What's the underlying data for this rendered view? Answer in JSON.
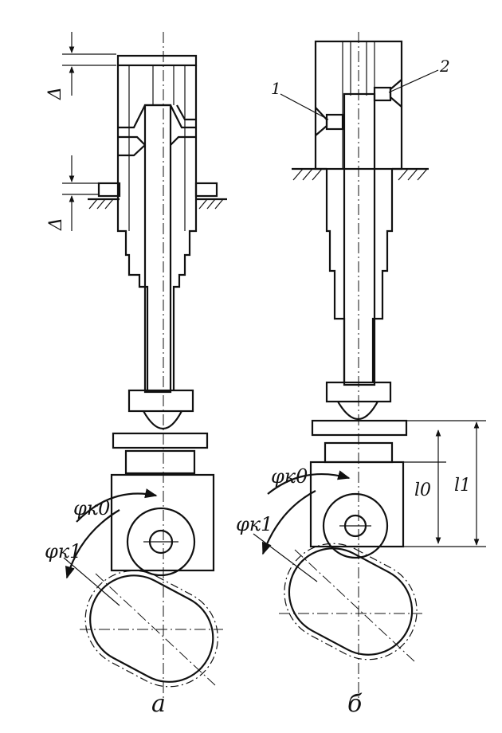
{
  "figure": {
    "view_a_label": "а",
    "view_b_label": "б",
    "delta_top": "Δ",
    "delta_bottom": "Δ",
    "phi_k0_a": "φк0",
    "phi_k1_a": "φк1",
    "phi_k0_b": "φк0",
    "phi_k1_b": "φк1",
    "callout_1": "1",
    "callout_2": "2",
    "dim_l0": "l0",
    "dim_l1": "l1"
  }
}
